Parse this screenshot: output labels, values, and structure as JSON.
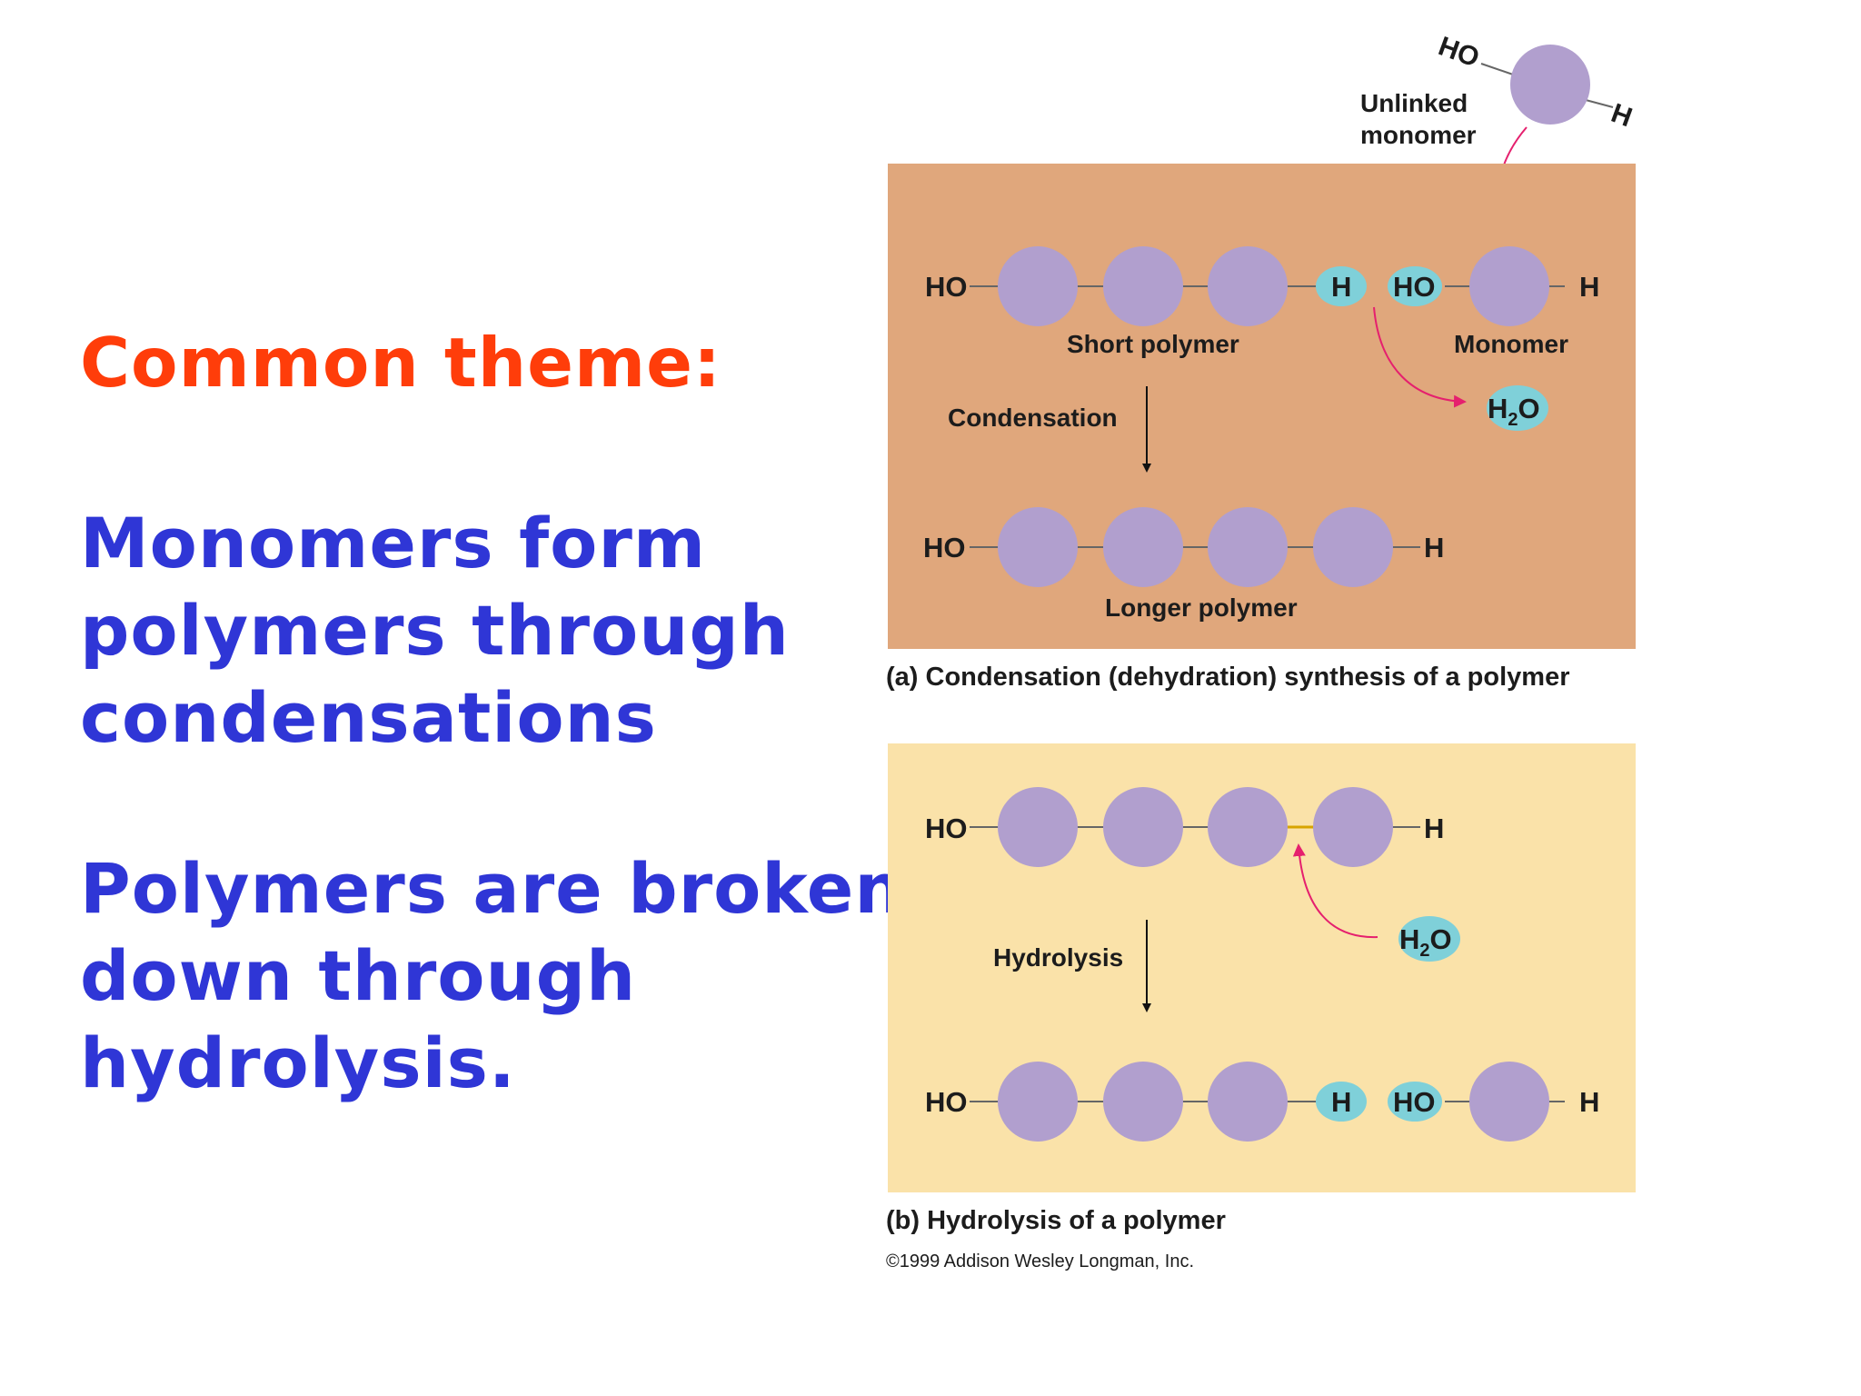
{
  "heading": "Common theme:",
  "paragraph1": [
    "Monomers form",
    "polymers through",
    "condensations"
  ],
  "paragraph2": [
    "Polymers are broken",
    "down through",
    "hydrolysis."
  ],
  "figure": {
    "unlinked_monomer_ho": "HO",
    "unlinked_monomer_h": "H",
    "unlinked_label": [
      "Unlinked",
      "monomer"
    ],
    "ho": "HO",
    "h": "H",
    "short_polymer": "Short polymer",
    "monomer": "Monomer",
    "condensation": "Condensation",
    "longer_polymer": "Longer polymer",
    "caption_a": "(a) Condensation (dehydration) synthesis of a polymer",
    "hydrolysis": "Hydrolysis",
    "caption_b": "(b) Hydrolysis of a polymer",
    "copyright": "©1999 Addison Wesley Longman, Inc.",
    "water": {
      "h": "H",
      "sub": "2",
      "o": "O"
    }
  },
  "colors": {
    "heading": "#ff3d0a",
    "body_text": "#2f36d6",
    "panel_a": "#e0a77c",
    "panel_b": "#fae2a9",
    "monomer": "#b19fce",
    "cap": "#7fd0d9",
    "arrow_pink": "#e5206e"
  }
}
